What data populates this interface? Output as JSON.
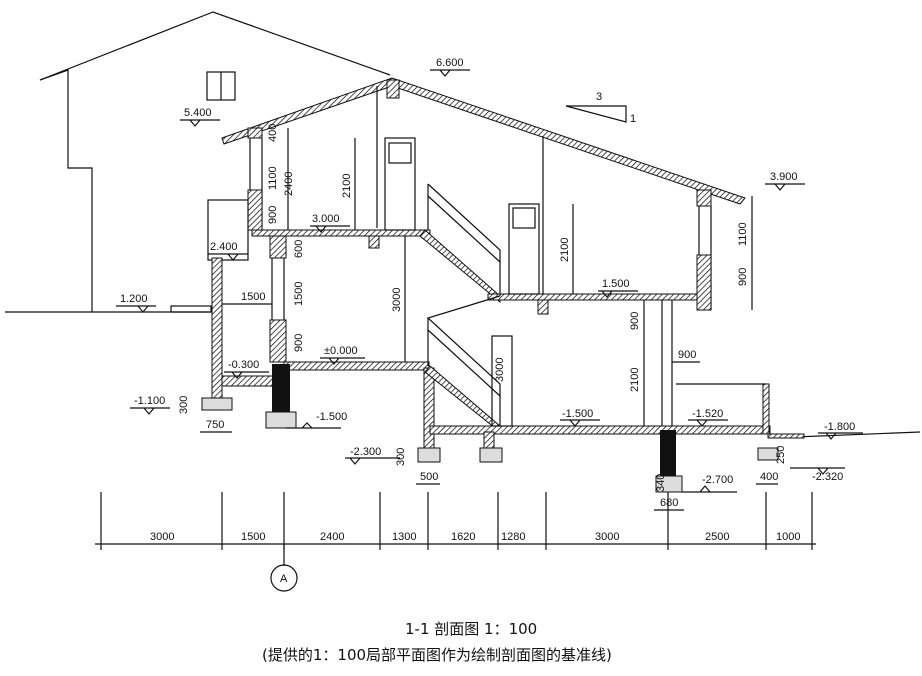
{
  "title": "1-1 剖面图 1：100",
  "subtitle": "(提供的1：100局部平面图作为绘制剖面图的基准线)",
  "slope": {
    "rise": "1",
    "run": "3"
  },
  "axis_label": "A",
  "elevations": [
    "6.600",
    "5.400",
    "3.900",
    "3.000",
    "2.400",
    "1.500",
    "1.200",
    "±0.000",
    "-0.300",
    "-1.100",
    "-1.500",
    "-1.500",
    "-1.520",
    "-1.800",
    "-2.300",
    "-2.700",
    "-2.320"
  ],
  "vertical_dims": [
    "400",
    "1100",
    "2400",
    "900",
    "2100",
    "2100",
    "1100",
    "900",
    "600",
    "1500",
    "900",
    "3000",
    "900",
    "2100",
    "3000",
    "300",
    "300",
    "250",
    "340"
  ],
  "horizontal_dims": [
    "1500",
    "900",
    "750",
    "500",
    "400",
    "680"
  ],
  "axis_dims": [
    "3000",
    "1500",
    "2400",
    "1300",
    "1620",
    "1280",
    "3000",
    "2500",
    "1000"
  ]
}
